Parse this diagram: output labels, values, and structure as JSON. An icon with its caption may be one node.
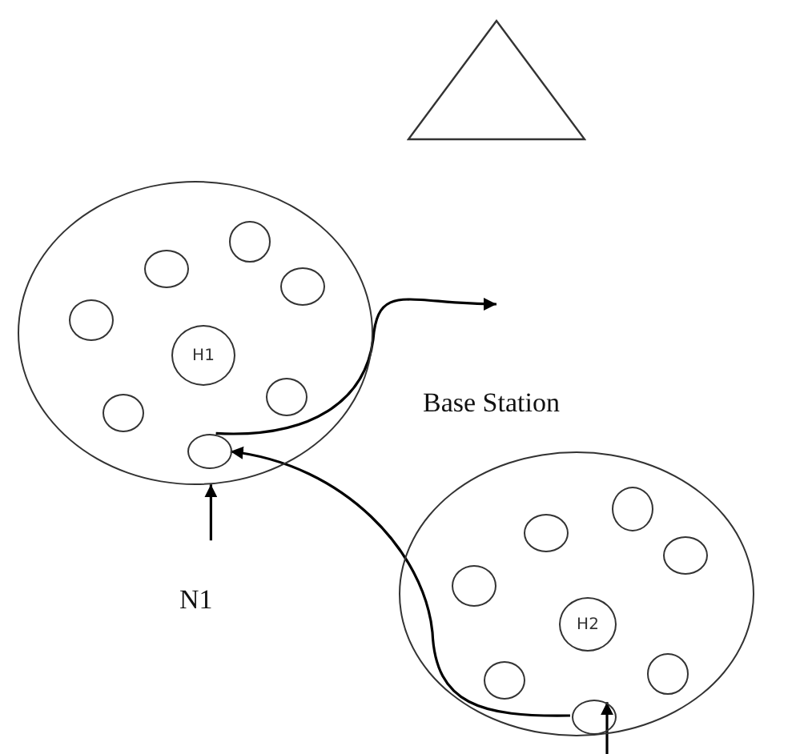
{
  "diagram": {
    "nodes": [
      {
        "text": [],
        "shape": "triangle"
      },
      {
        "text": [],
        "shape": "circle"
      },
      {
        "text": [],
        "shape": "circle",
        "in": 1
      },
      {
        "text": [],
        "shape": "circle",
        "in": 1
      },
      {
        "text": [],
        "shape": "circle",
        "in": 1
      },
      {
        "text": [],
        "shape": "circle",
        "in": 1
      },
      {
        "text": [
          "H1"
        ],
        "in": 1
      },
      {
        "text": [],
        "shape": "circle",
        "in": 1
      },
      {
        "text": [],
        "shape": "circle",
        "in": 1
      },
      {
        "text": [],
        "shape": "circle",
        "in": 1
      },
      {
        "text": [
          "Base Station"
        ]
      },
      {
        "text": [],
        "shape": "circle"
      },
      {
        "text": [],
        "shape": "circle",
        "in": 11
      },
      {
        "text": [],
        "shape": "circle",
        "in": 11
      },
      {
        "text": [],
        "shape": "circle",
        "in": 11
      },
      {
        "text": [],
        "shape": "circle",
        "in": 11
      },
      {
        "text": [
          "H2"
        ],
        "in": 11
      },
      {
        "text": [],
        "shape": "circle",
        "in": 11
      },
      {
        "text": [],
        "shape": "circle",
        "in": 11
      },
      {
        "text": [],
        "shape": "circle",
        "in": 11
      }
    ],
    "edges": [
      {
        "from": 9,
        "to": 10,
        "arrow": "to"
      },
      {
        "from": 19,
        "to": 9,
        "arrow": "to"
      },
      {
        "from": null,
        "to": 1,
        "arrow": "to"
      },
      {
        "from": null,
        "to": 19,
        "arrow": "to"
      }
    ],
    "labels": [
      "N1"
    ]
  }
}
